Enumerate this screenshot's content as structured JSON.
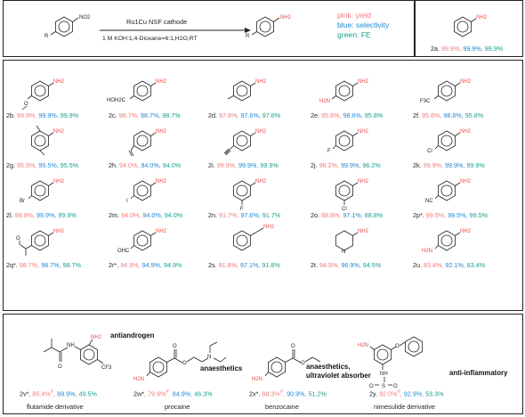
{
  "header": {
    "reactant_r": "R",
    "reactant_group": "NO2",
    "product_r": "R",
    "product_group": "NH2",
    "catalyst": "Ru1Cu NSF cathode",
    "conditions": "1 M KOH:1,4-Dioxane=6:1,H2O,RT",
    "legend": {
      "pink": "pink: yield",
      "blue": "blue: selectivity",
      "green": "green: FE"
    }
  },
  "colors": {
    "yield": "#f37b7b",
    "selectivity": "#1e88d6",
    "fe": "#199e8c",
    "nh2": "#e54b4b"
  },
  "compounds": [
    {
      "code": "2a.",
      "yield": "99.9%,",
      "sel": "99.9%,",
      "fe": "99.9%"
    },
    {
      "code": "2b.",
      "yield": "99.9%,",
      "sel": "99.9%,",
      "fe": "99.9%"
    },
    {
      "code": "2c.",
      "yield": "98.7%,",
      "sel": "98.7%,",
      "fe": "98.7%"
    },
    {
      "code": "2d.",
      "yield": "97.6%,",
      "sel": "97.6%,",
      "fe": "97.6%"
    },
    {
      "code": "2e.",
      "yield": "95.8%,",
      "sel": "98.6%,",
      "fe": "95.8%"
    },
    {
      "code": "2f.",
      "yield": "95.8%,",
      "sel": "98.6%,",
      "fe": "95.8%"
    },
    {
      "code": "2g.",
      "yield": "95.5%,",
      "sel": "95.5%,",
      "fe": "95.5%"
    },
    {
      "code": "2h.",
      "yield": "94.0%,",
      "sel": "94.0%,",
      "fe": "94.0%"
    },
    {
      "code": "2i.",
      "yield": "99.9%,",
      "sel": "99.9%,",
      "fe": "99.9%"
    },
    {
      "code": "2j.",
      "yield": "96.2%,",
      "sel": "99.9%,",
      "fe": "96.2%"
    },
    {
      "code": "2k.",
      "yield": "99.9%,",
      "sel": "99.9%,",
      "fe": "99.9%"
    },
    {
      "code": "2l.",
      "yield": "99.9%,",
      "sel": "99.9%,",
      "fe": "99.9%"
    },
    {
      "code": "2m.",
      "yield": "94.0%,",
      "sel": "94.0%,",
      "fe": "94.0%"
    },
    {
      "code": "2n.",
      "yield": "91.7%,",
      "sel": "97.6%,",
      "fe": "91.7%"
    },
    {
      "code": "2o.",
      "yield": "88.8%,",
      "sel": "97.1%,",
      "fe": "88.8%"
    },
    {
      "code": "2p*.",
      "yield": "99.5%,",
      "sel": "99.5%,",
      "fe": "99.5%"
    },
    {
      "code": "2q*.",
      "yield": "98.7%,",
      "sel": "98.7%,",
      "fe": "98.7%"
    },
    {
      "code": "2r*.",
      "yield": "94.9%,",
      "sel": "94.9%,",
      "fe": "94.9%"
    },
    {
      "code": "2s.",
      "yield": "91.8%,",
      "sel": "97.1%,",
      "fe": "91.8%"
    },
    {
      "code": "2t.",
      "yield": "94.5%,",
      "sel": "96.9%,",
      "fe": "94.5%"
    },
    {
      "code": "2u.",
      "yield": "83.4%,",
      "sel": "92.1%,",
      "fe": "83.4%"
    }
  ],
  "drugs": [
    {
      "code": "2v*.",
      "yield": "85.4%",
      "mark": "#",
      "sel": "89.9%,",
      "fe": "49.5%",
      "name": "flutamide derivative",
      "activity": "antiandrogen"
    },
    {
      "code": "2w*.",
      "yield": "79.9%",
      "mark": "#",
      "sel": "84.9%,",
      "fe": "46.3%",
      "name": "procaine",
      "activity": "anaesthetics"
    },
    {
      "code": "2x*.",
      "yield": "88.3%",
      "mark": "#",
      "sel": "90.9%,",
      "fe": "51.2%",
      "name": "benzocaine",
      "activity": "anaesthetics,\nultraviolet absorber",
      "activity1": "anaesthetics,",
      "activity2": "ultraviolet absorber"
    },
    {
      "code": "2y.",
      "yield": "92.0%",
      "mark": "#",
      "sel": "92.9%,",
      "fe": "53.3%",
      "name": "nimesulide derivative",
      "activity": "anti-inflammatory"
    }
  ],
  "atoms": {
    "nh2": "NH2",
    "h2n": "H2N",
    "f": "F",
    "cl": "Cl",
    "br": "Br",
    "i": "I",
    "nc": "NC",
    "f3c": "F3C",
    "ohc": "OHC",
    "hoh2c": "HOH2C",
    "o": "O",
    "n": "N",
    "nh": "NH",
    "cf3": "CF3",
    "s": "S"
  }
}
